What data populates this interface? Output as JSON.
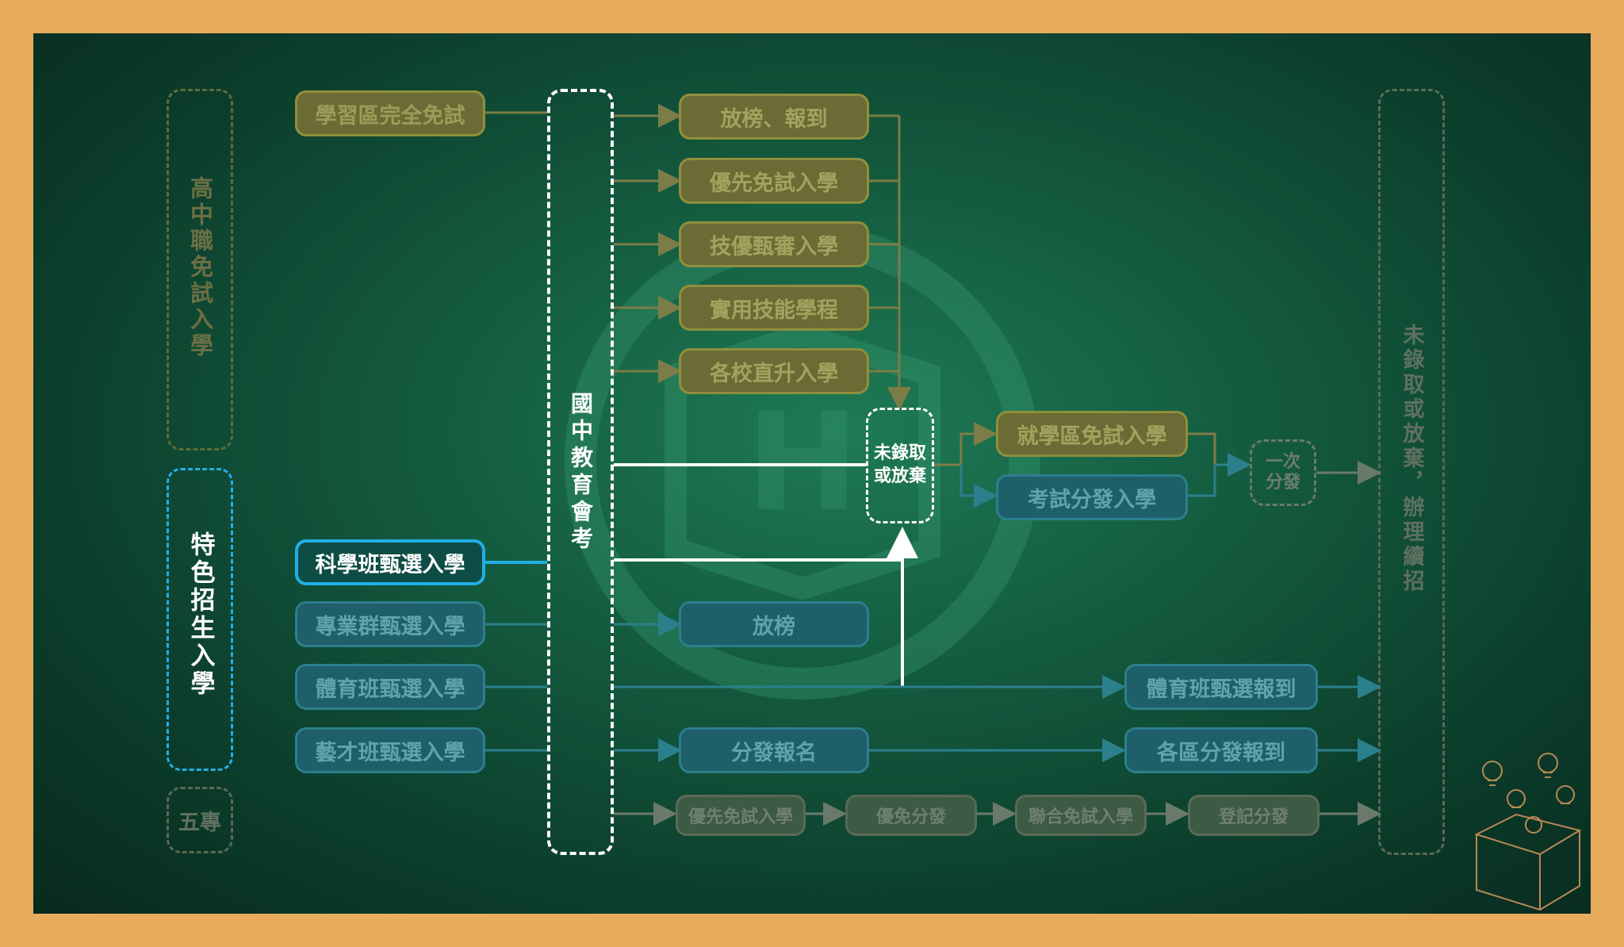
{
  "left_groups": {
    "free_exam_label": "高中職免試入學",
    "special_label": "特色招生入學",
    "five_year_label": "五專"
  },
  "center_label": "國中教育會考",
  "right_label": "未錄取或放棄，辦理續招",
  "top_source": "學習區完全免試",
  "top_routes": [
    "放榜、報到",
    "優先免試入學",
    "技優甄審入學",
    "實用技能學程",
    "各校直升入學"
  ],
  "unadmitted_box": "未錄取或放棄",
  "mid_routes": [
    "就學區免試入學",
    "考試分發入學"
  ],
  "one_time": "一次分發",
  "special_sources": [
    "科學班甄選入學",
    "專業群甄選入學",
    "體育班甄選入學",
    "藝才班甄選入學"
  ],
  "special_outputs": {
    "release": "放榜",
    "sports_report": "體育班甄選報到",
    "allocation_apply": "分發報名",
    "regional_report": "各區分發報到"
  },
  "five_year_chain": [
    "優先免試入學",
    "優免分發",
    "聯合免試入學",
    "登記分發"
  ],
  "colors": {
    "board_center": "#1e7a55",
    "frame": "#e8ac5c",
    "olive": "#8f8f3c",
    "teal": "#2c7f8c",
    "highlight": "#22aee6",
    "chalk": "#ffffff"
  }
}
